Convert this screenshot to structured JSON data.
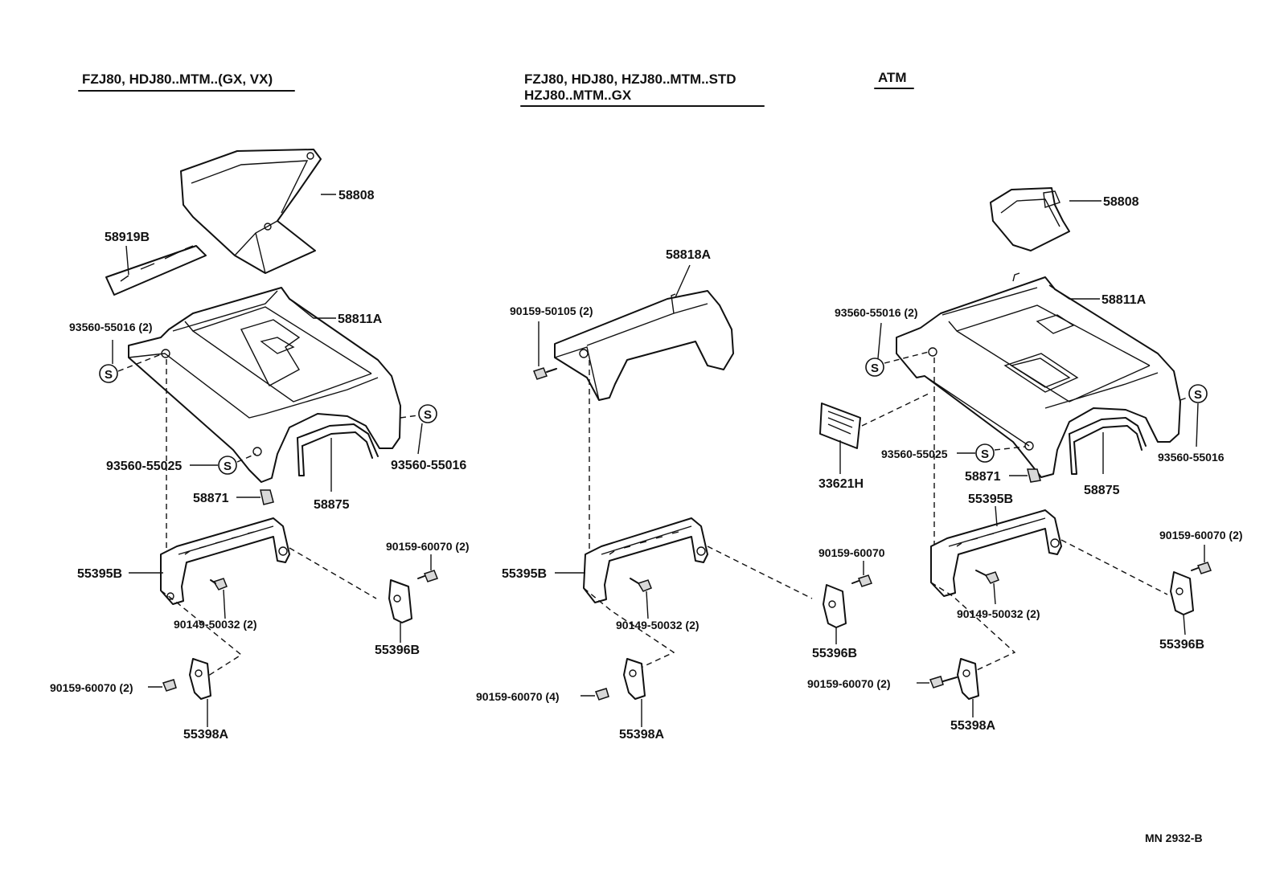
{
  "headers": {
    "left": "FZJ80, HDJ80..MTM..(GX, VX)",
    "middle_line1": "FZJ80, HDJ80, HZJ80..MTM..STD",
    "middle_line2": "HZJ80..MTM..GX",
    "right": "ATM"
  },
  "symbol_s": "S",
  "footer": "MN  2932-B",
  "labels": {
    "l_58808": "58808",
    "l_58919B": "58919B",
    "l_93560_55016_2": "93560-55016 (2)",
    "l_58811A": "58811A",
    "l_93560_55025": "93560-55025",
    "l_93560_55016": "93560-55016",
    "l_58871": "58871",
    "l_58875": "58875",
    "l_55395B": "55395B",
    "l_90159_60070_2": "90159-60070 (2)",
    "l_90149_50032_2": "90149-50032 (2)",
    "l_55396B": "55396B",
    "l_90159_60070_2b": "90159-60070 (2)",
    "l_55398A": "55398A",
    "m_58818A": "58818A",
    "m_90159_50105_2": "90159-50105 (2)",
    "m_55395B": "55395B",
    "m_90159_60070": "90159-60070",
    "m_90149_50032_2": "90149-50032 (2)",
    "m_55396B": "55396B",
    "m_90159_60070_4": "90159-60070 (4)",
    "m_55398A": "55398A",
    "r_58808": "58808",
    "r_58811A": "58811A",
    "r_93560_55016_2": "93560-55016 (2)",
    "r_93560_55016": "93560-55016",
    "r_33621H": "33621H",
    "r_93560_55025": "93560-55025",
    "r_58871": "58871",
    "r_58875": "58875",
    "r_55395B": "55395B",
    "r_90159_60070_2": "90159-60070 (2)",
    "r_90149_50032_2": "90149-50032 (2)",
    "r_55396B": "55396B",
    "r_90159_60070_2b": "90159-60070 (2)",
    "r_55398A": "55398A"
  }
}
